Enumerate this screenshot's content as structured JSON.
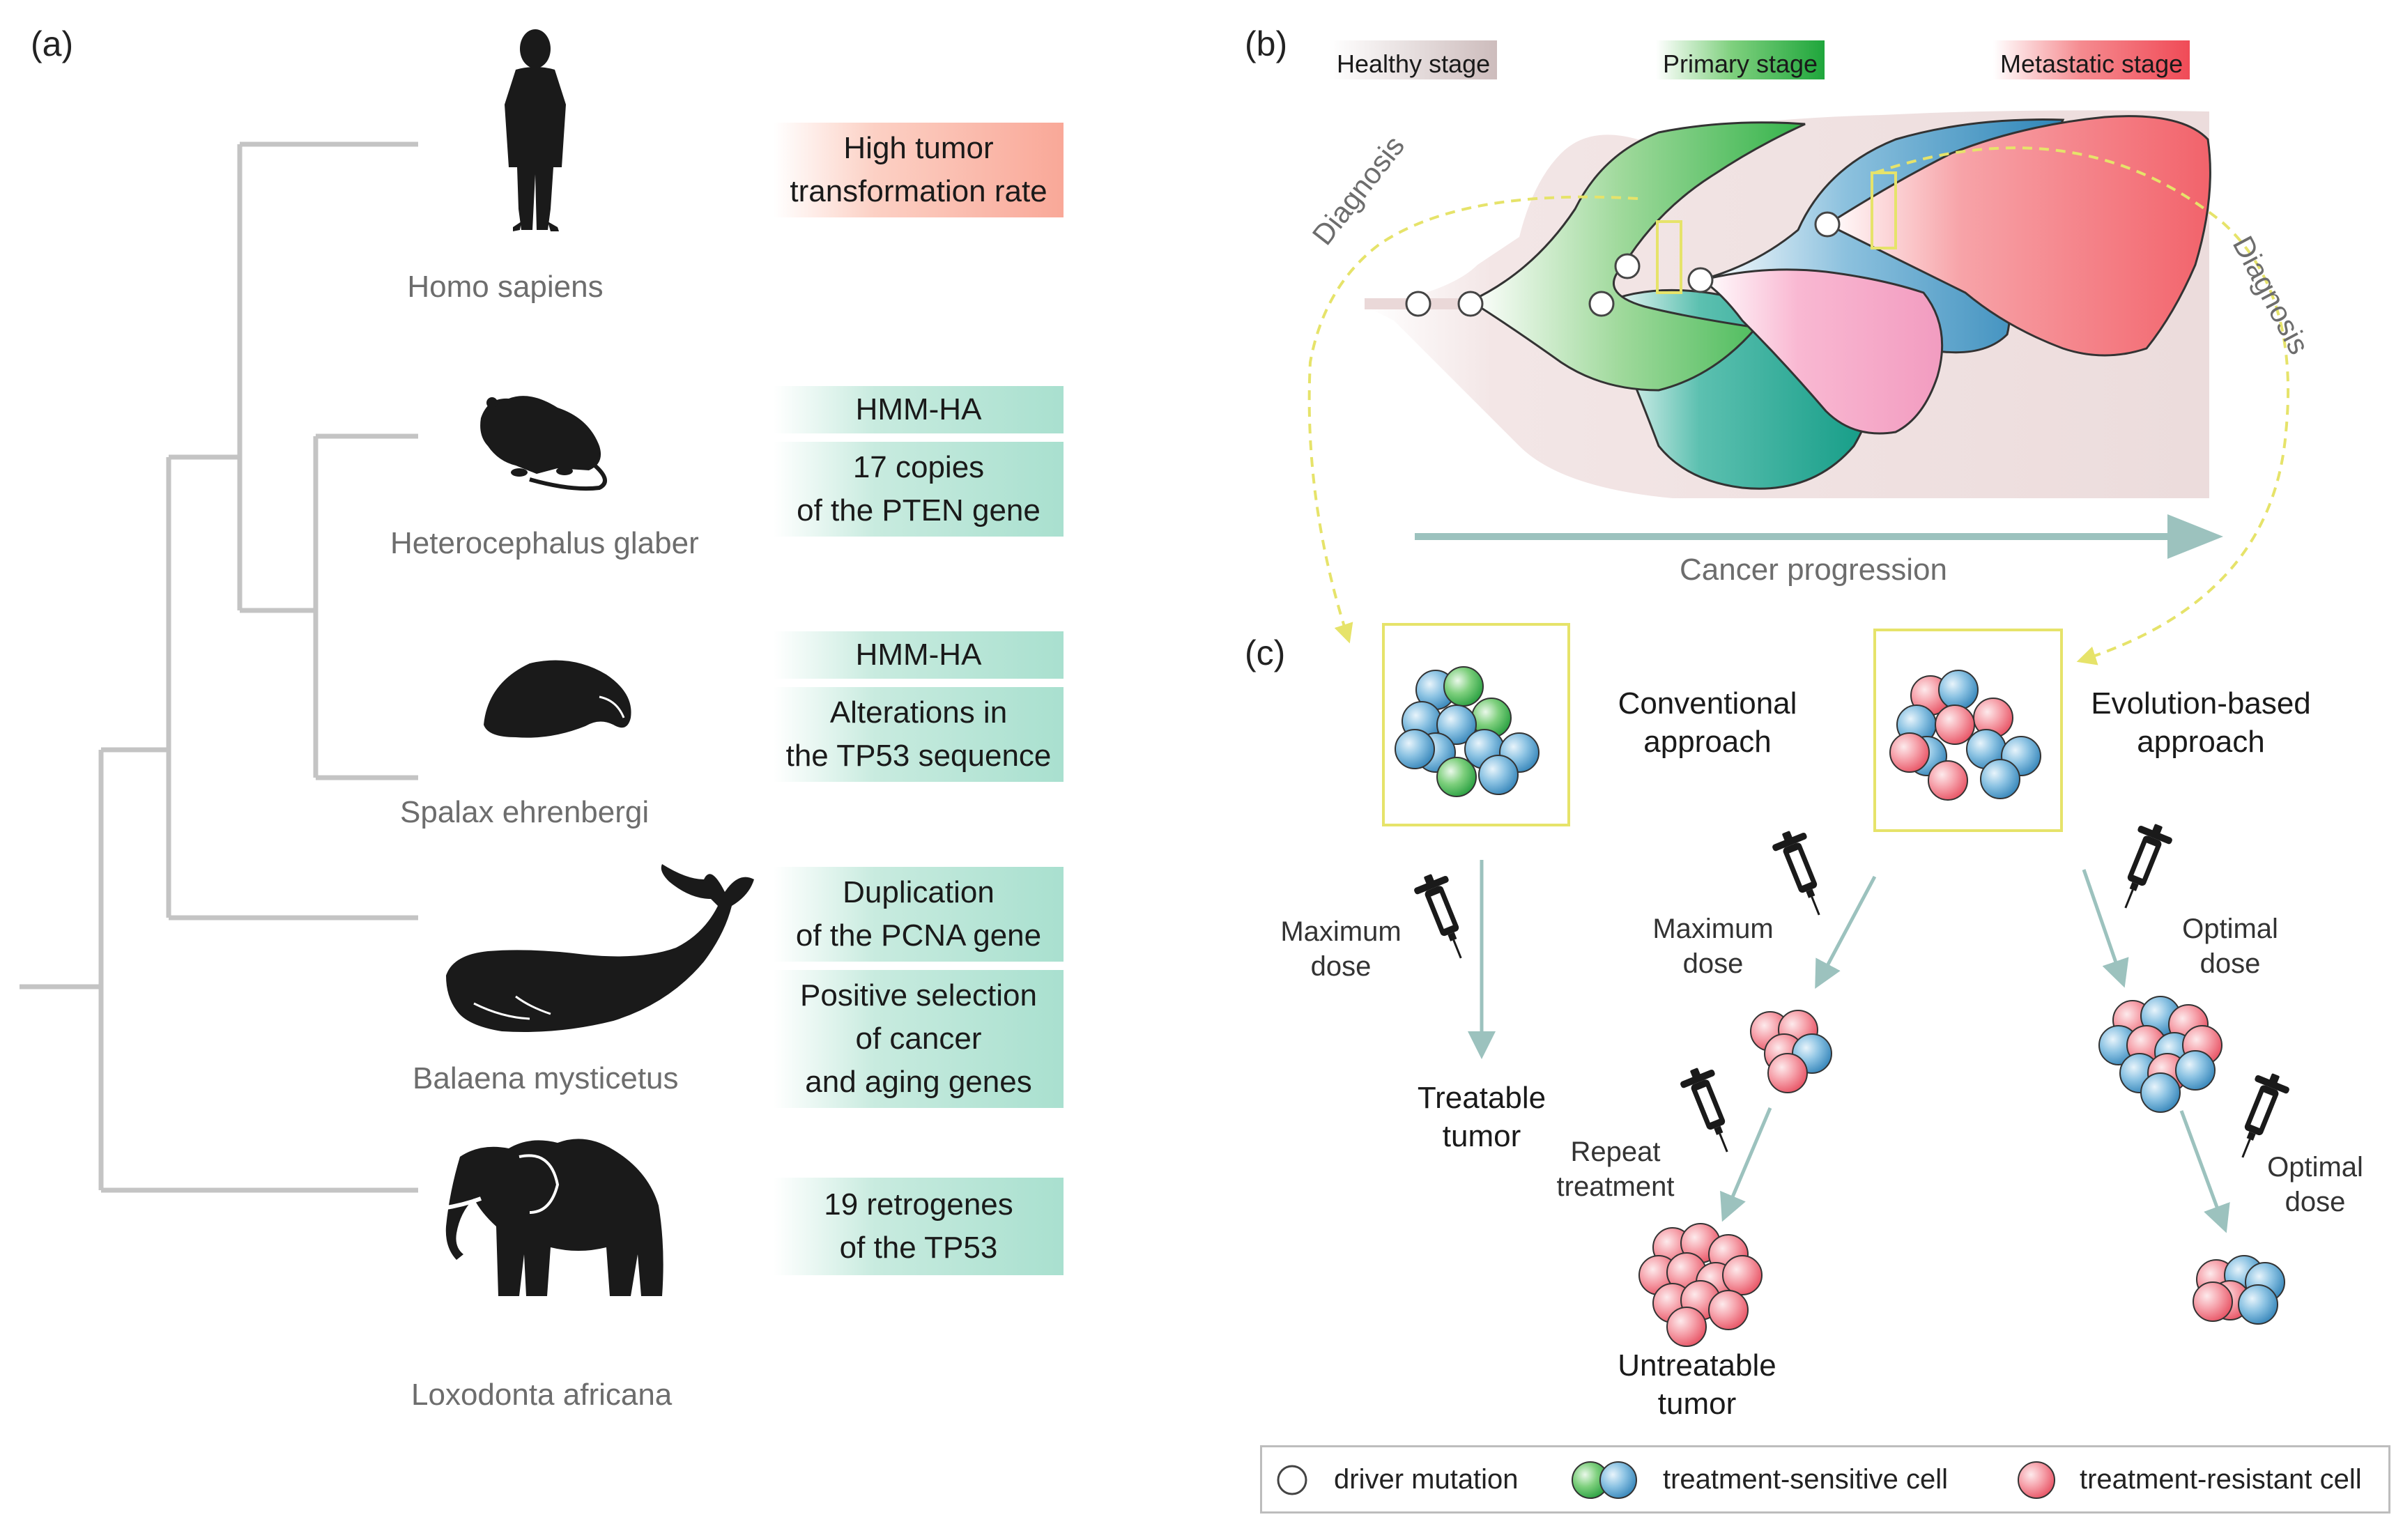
{
  "panel_a": {
    "label": "(a)",
    "species": [
      {
        "name": "Homo sapiens",
        "icon": "human-silhouette"
      },
      {
        "name": "Heterocephalus glaber",
        "icon": "naked-mole-rat-silhouette"
      },
      {
        "name": "Spalax ehrenbergi",
        "icon": "blind-mole-rat-silhouette"
      },
      {
        "name": "Balaena mysticetus",
        "icon": "bowhead-whale-silhouette"
      },
      {
        "name": "Loxodonta africana",
        "icon": "elephant-silhouette"
      }
    ],
    "traits": {
      "human": [
        "High tumor",
        "transformation rate"
      ],
      "mole_rat_1": [
        "HMM-HA"
      ],
      "mole_rat_2": [
        "17 copies",
        "of the PTEN gene"
      ],
      "spalax_1": [
        "HMM-HA"
      ],
      "spalax_2": [
        "Alterations in",
        "the TP53 sequence"
      ],
      "whale_1": [
        "Duplication",
        "of the PCNA gene"
      ],
      "whale_2": [
        "Positive selection",
        "of cancer",
        "and aging genes"
      ],
      "elephant_1": [
        "19 retrogenes",
        "of the TP53"
      ]
    },
    "colors": {
      "tree": "#c4c4c4",
      "trait_green": "#a9e0cf",
      "trait_red": "#f9a898"
    }
  },
  "panel_b": {
    "label": "(b)",
    "stages": [
      "Healthy stage",
      "Primary stage",
      "Metastatic stage"
    ],
    "diagnosis_left": "Diagnosis",
    "diagnosis_right": "Diagnosis",
    "progression": "Cancer progression",
    "colors": {
      "green": "#2fb34a",
      "blue": "#2f86b8",
      "teal": "#14a08c",
      "pink": "#f48fb8",
      "red": "#f4676e",
      "background": "#efe2e2",
      "dashed": "#e6e36a",
      "arrow": "#8fb8b4"
    }
  },
  "panel_c": {
    "label": "(c)",
    "conventional": [
      "Conventional",
      "approach"
    ],
    "evolution": [
      "Evolution-based",
      "approach"
    ],
    "max_dose_left": [
      "Maximum",
      "dose"
    ],
    "max_dose_mid": [
      "Maximum",
      "dose"
    ],
    "repeat": [
      "Repeat",
      "treatment"
    ],
    "optimal_1": [
      "Optimal",
      "dose"
    ],
    "optimal_2": [
      "Optimal",
      "dose"
    ],
    "treatable": [
      "Treatable",
      "tumor"
    ],
    "untreatable": [
      "Untreatable",
      "tumor"
    ]
  },
  "legend": {
    "driver": "driver mutation",
    "sensitive": "treatment-sensitive cell",
    "resistant": "treatment-resistant cell"
  }
}
